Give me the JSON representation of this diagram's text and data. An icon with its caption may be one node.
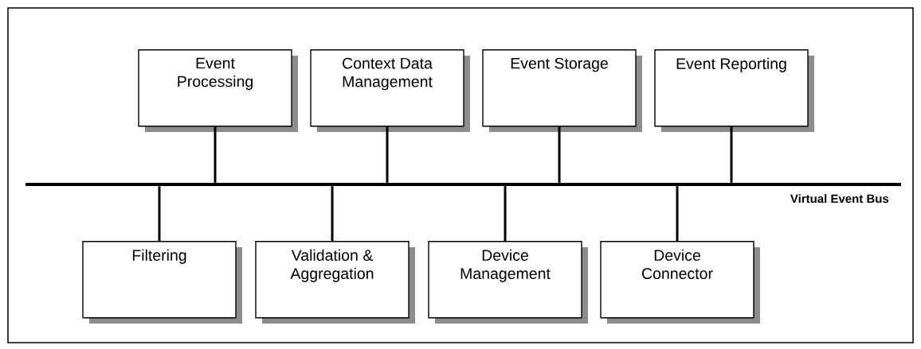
{
  "diagram": {
    "nodes": [
      {
        "text": [
          "Event Processing"
        ]
      },
      {
        "text": [
          "Context Data Management"
        ]
      },
      {
        "text": [
          "Event Storage"
        ]
      },
      {
        "text": [
          "Event Reporting"
        ]
      },
      {
        "text": [
          "Filtering"
        ]
      },
      {
        "text": [
          "Validation & Aggregation"
        ]
      },
      {
        "text": [
          "Device Management"
        ]
      },
      {
        "text": [
          "Device Connector"
        ]
      },
      {
        "text": [],
        "shape": "bar",
        "beside": [
          "Virtual Event Bus"
        ]
      }
    ],
    "edges": [
      {
        "from": 0,
        "to": 8,
        "arrow": "none"
      },
      {
        "from": 1,
        "to": 8,
        "arrow": "none"
      },
      {
        "from": 2,
        "to": 8,
        "arrow": "none"
      },
      {
        "from": 3,
        "to": 8,
        "arrow": "none"
      },
      {
        "from": 4,
        "to": 8,
        "arrow": "none"
      },
      {
        "from": 5,
        "to": 8,
        "arrow": "none"
      },
      {
        "from": 6,
        "to": 8,
        "arrow": "none"
      },
      {
        "from": 7,
        "to": 8,
        "arrow": "none"
      }
    ]
  }
}
